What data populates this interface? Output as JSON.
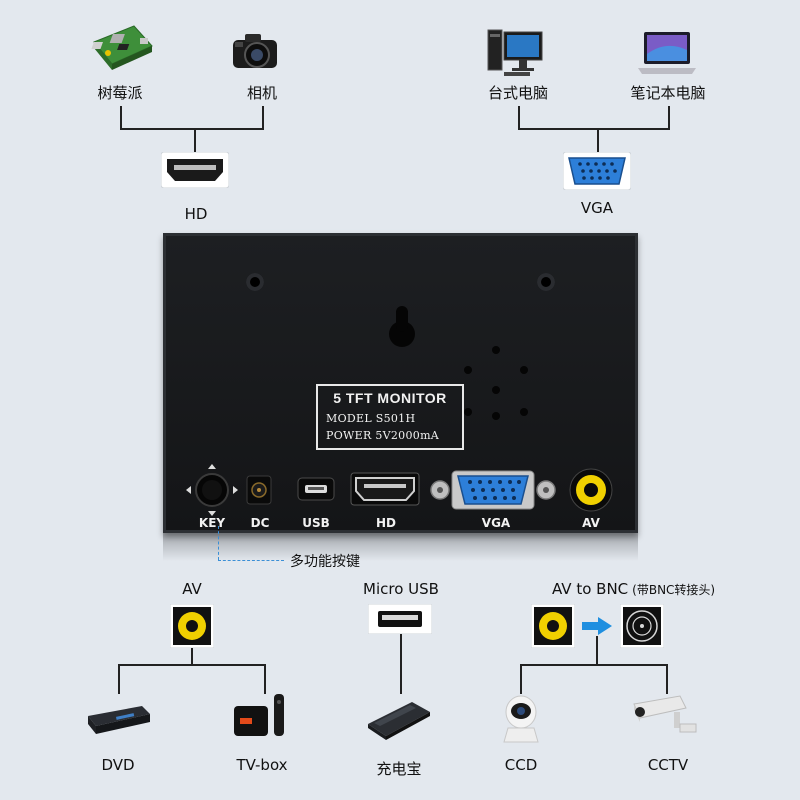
{
  "top_left": {
    "devices": [
      {
        "label": "树莓派",
        "icon": "raspberry-pi-board-icon"
      },
      {
        "label": "相机",
        "icon": "camera-icon"
      }
    ],
    "connector": {
      "label": "HD",
      "icon": "hdmi-port-icon"
    }
  },
  "top_right": {
    "devices": [
      {
        "label": "台式电脑",
        "icon": "desktop-computer-icon"
      },
      {
        "label": "笔记本电脑",
        "icon": "laptop-icon"
      }
    ],
    "connector": {
      "label": "VGA",
      "icon": "vga-port-icon"
    }
  },
  "monitor": {
    "title": "5  TFT MONITOR",
    "model_line": "MODEL  S501H",
    "power_line": "POWER  5V2000mA",
    "ports": [
      "KEY",
      "DC",
      "USB",
      "HD",
      "VGA",
      "AV"
    ],
    "key_annotation": "多功能按键"
  },
  "bottom_left": {
    "connector": {
      "label": "AV",
      "icon": "av-rca-port-icon"
    },
    "devices": [
      {
        "label": "DVD",
        "icon": "dvd-player-icon"
      },
      {
        "label": "TV-box",
        "icon": "tv-box-icon"
      }
    ]
  },
  "bottom_middle": {
    "connector": {
      "label": "Micro USB",
      "icon": "usb-port-icon"
    },
    "devices": [
      {
        "label": "充电宝",
        "icon": "power-bank-icon"
      }
    ]
  },
  "bottom_right": {
    "connector": {
      "label": "AV to BNC",
      "note": "(带BNC转接头)"
    },
    "devices": [
      {
        "label": "CCD",
        "icon": "ccd-camera-icon"
      },
      {
        "label": "CCTV",
        "icon": "cctv-camera-icon"
      }
    ]
  },
  "colors": {
    "background": "#e3e8ee",
    "monitor": "#1a1b1e",
    "vga_blue": "#2d7fd9",
    "av_yellow": "#f0d000",
    "accent_blue": "#1f8fe0",
    "dashed_line": "#3b8fd6"
  }
}
